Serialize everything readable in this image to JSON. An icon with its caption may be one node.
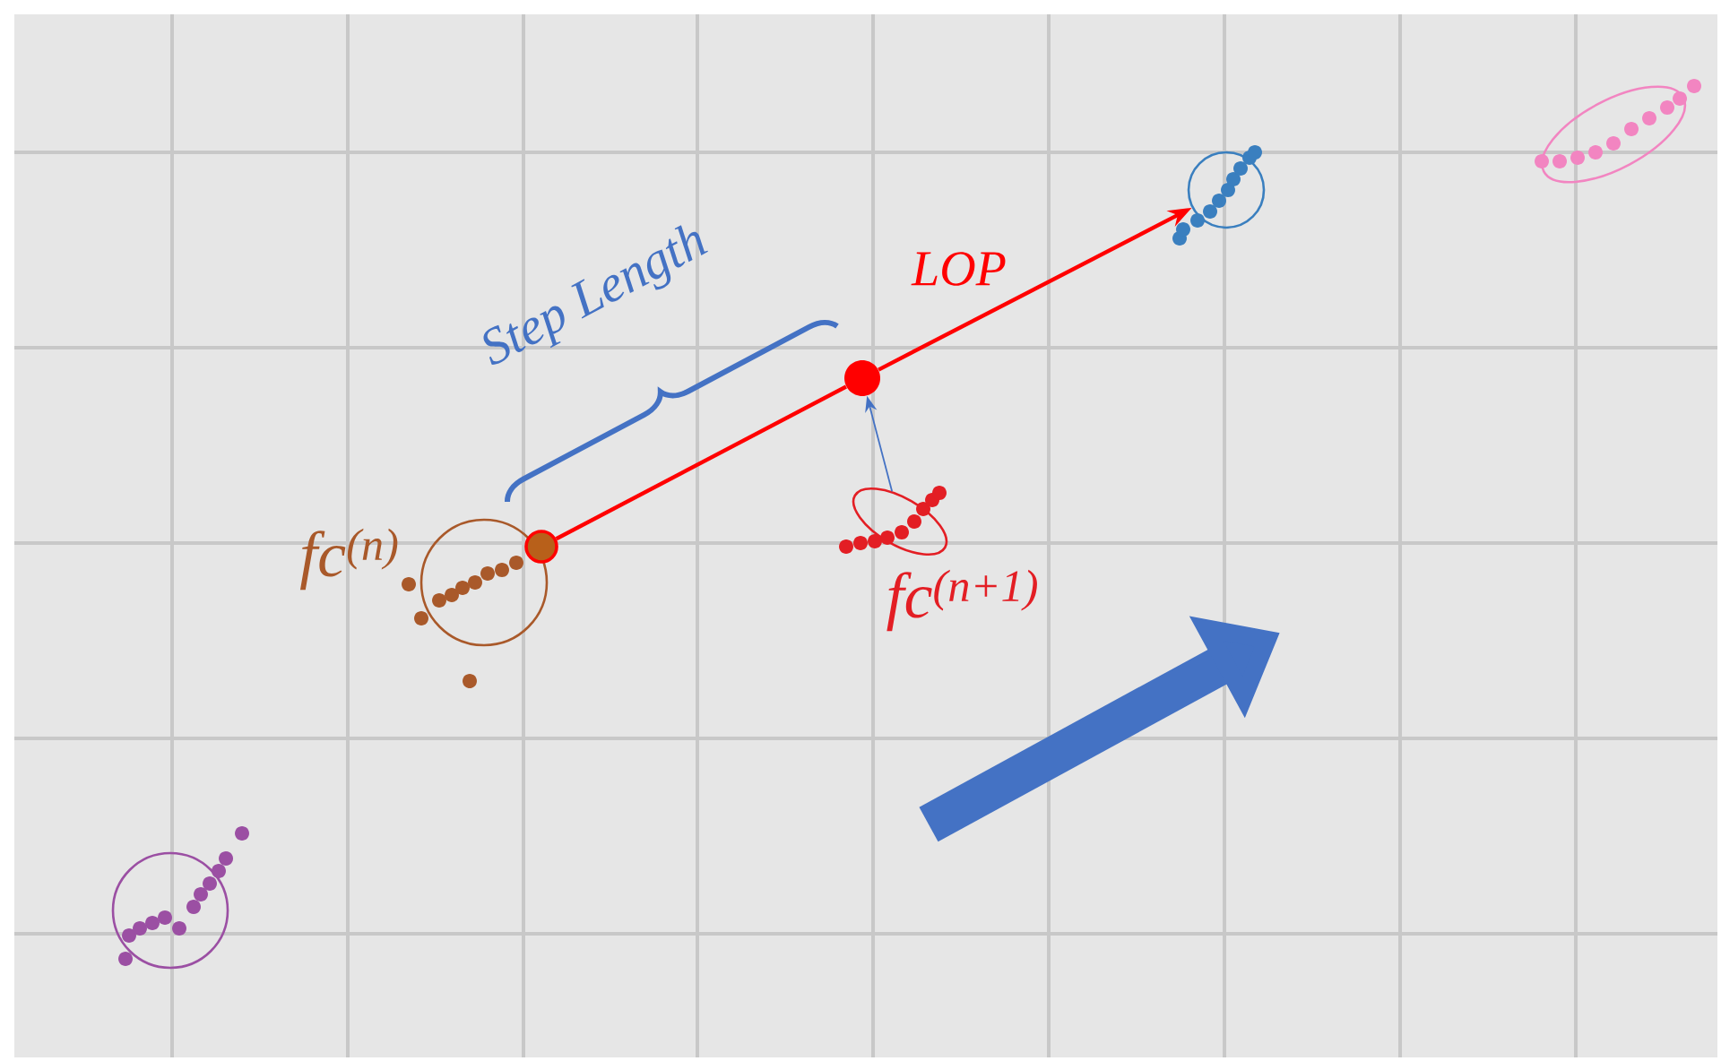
{
  "diagram": {
    "nodes": [
      {
        "text": [],
        "shape": "circle",
        "beside": [
          "fc$^{(n)}$"
        ]
      },
      {
        "text": [],
        "shape": "circle"
      },
      {
        "text": [],
        "shape": "circle"
      },
      {
        "text": [],
        "shape": "circle",
        "beside": [
          "fc$^{(n+1)}$"
        ]
      }
    ],
    "edges": [
      {
        "from": 0,
        "to": 1,
        "arrow": "none",
        "color": "#ff0000"
      },
      {
        "from": 1,
        "to": 2,
        "arrow": "to",
        "label": "LOP",
        "color": "#ff0000"
      },
      {
        "from": 3,
        "to": 1,
        "arrow": "to",
        "color": "#4472c4"
      }
    ],
    "labels": [
      "Step Length"
    ]
  }
}
